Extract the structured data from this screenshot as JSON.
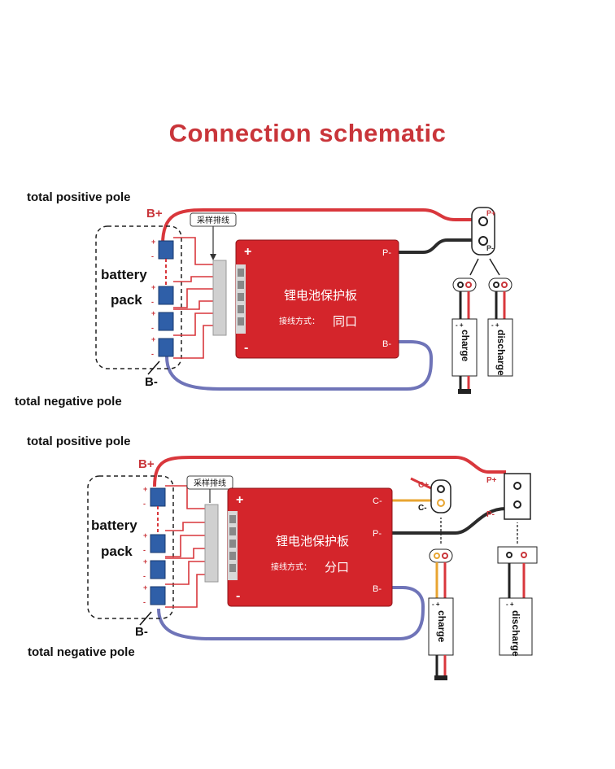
{
  "title": "Connection schematic",
  "colors": {
    "title": "#c9353a",
    "board": "#d4252b",
    "wire_red": "#d9373c",
    "wire_black": "#2b2b2b",
    "wire_blue": "#6f74b8",
    "wire_yellow": "#e8a531",
    "cell": "#2f5fa8"
  },
  "diagrams": [
    {
      "id": "same-port",
      "total_positive_label": "total positive pole",
      "bplus": "B+",
      "battery_label_1": "battery",
      "battery_label_2": "pack",
      "bminus": "B-",
      "total_negative_label": "total negative pole",
      "sampling_label": "采样排线",
      "board": {
        "plus": "+",
        "minus": "-",
        "p_minus": "P-",
        "b_minus": "B-",
        "name": "锂电池保护板",
        "mode_prefix": "接线方式：",
        "mode": "同口"
      },
      "port": {
        "p_plus": "P+",
        "p_minus": "P-"
      },
      "charge": {
        "label": "charge",
        "polarity": "- +"
      },
      "discharge": {
        "label": "discharge",
        "polarity": "- +"
      }
    },
    {
      "id": "separate-port",
      "total_positive_label": "total positive pole",
      "bplus": "B+",
      "battery_label_1": "battery",
      "battery_label_2": "pack",
      "bminus": "B-",
      "total_negative_label": "total negative pole",
      "sampling_label": "采样排线",
      "board": {
        "plus": "+",
        "minus": "-",
        "c_minus": "C-",
        "p_minus": "P-",
        "b_minus": "B-",
        "name": "锂电池保护板",
        "mode_prefix": "接线方式：",
        "mode": "分口"
      },
      "charge_port": {
        "c_plus": "C+",
        "c_minus": "C-"
      },
      "discharge_port": {
        "p_plus": "P+",
        "p_minus": "P-"
      },
      "charge": {
        "label": "charge",
        "polarity": "- +"
      },
      "discharge": {
        "label": "discharge",
        "polarity": "- +"
      }
    }
  ],
  "cell_polarity": {
    "plus": "+",
    "minus": "-"
  }
}
